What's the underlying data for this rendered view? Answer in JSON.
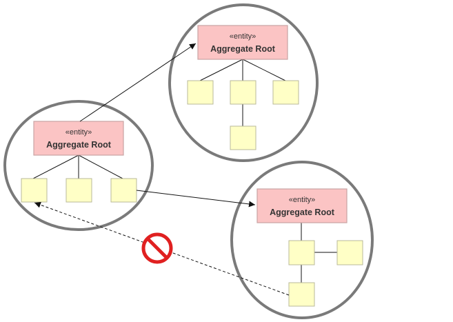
{
  "diagram": {
    "aggregates": [
      {
        "id": "top",
        "stereotype": "«entity»",
        "title": "Aggregate Root"
      },
      {
        "id": "left",
        "stereotype": "«entity»",
        "title": "Aggregate Root"
      },
      {
        "id": "right",
        "stereotype": "«entity»",
        "title": "Aggregate Root"
      }
    ],
    "references": [
      {
        "from": "left-aggregate-root",
        "to": "top-aggregate-root",
        "style": "solid",
        "allowed": true
      },
      {
        "from": "left-part",
        "to": "right-aggregate-root",
        "style": "solid",
        "allowed": true
      },
      {
        "from": "right-part",
        "to": "left-part",
        "style": "dashed",
        "allowed": false
      }
    ],
    "forbidden_icon": "no-entry-icon",
    "colors": {
      "cluster_stroke": "#7a7a7a",
      "root_fill": "#fbc4c4",
      "part_fill": "#ffffc6",
      "forbidden": "#e02020"
    }
  }
}
